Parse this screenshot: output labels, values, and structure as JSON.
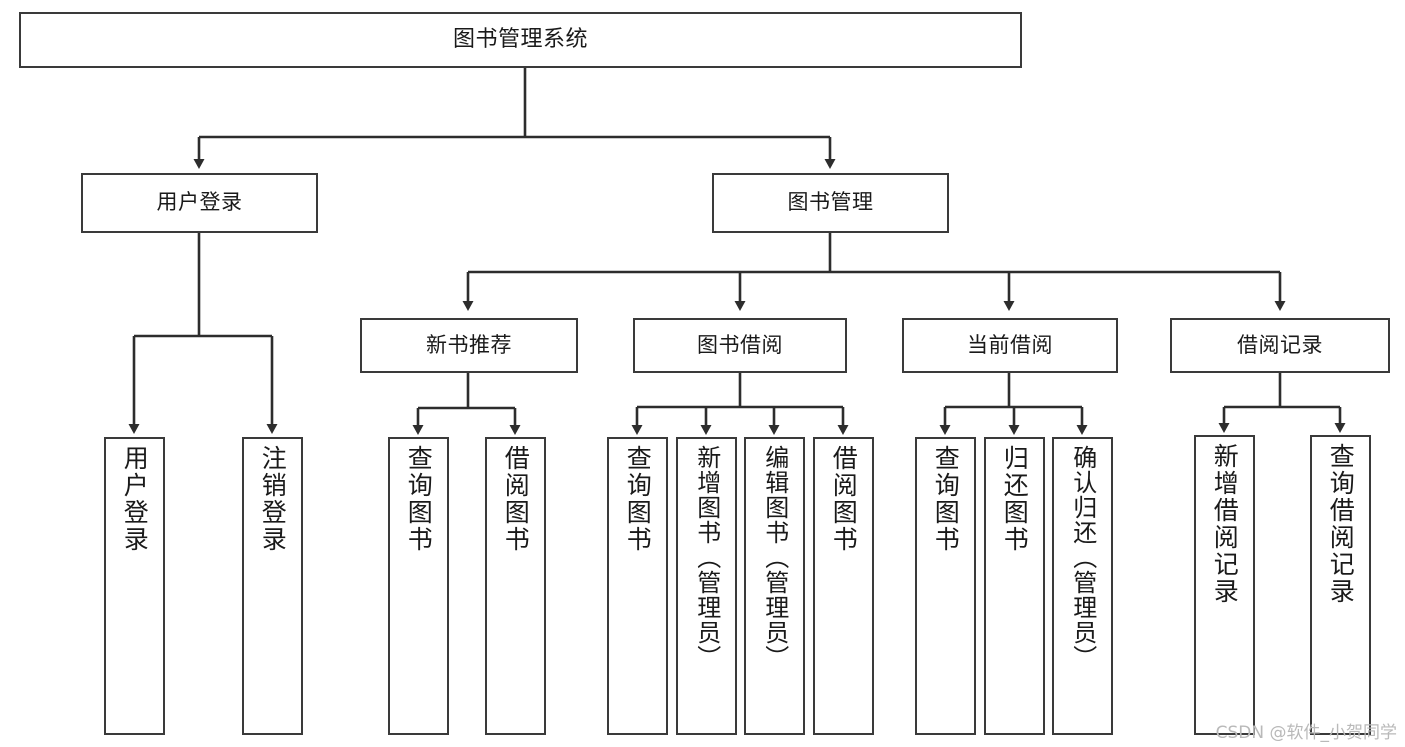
{
  "diagram": {
    "type": "tree",
    "title": "图书管理系统",
    "root": {
      "id": "root",
      "label": "图书管理系统",
      "orientation": "horizontal"
    },
    "level1": [
      {
        "id": "user-login",
        "label": "用户登录",
        "orientation": "horizontal"
      },
      {
        "id": "book-manage",
        "label": "图书管理",
        "orientation": "horizontal"
      }
    ],
    "level2": [
      {
        "id": "new-book-recommend",
        "label": "新书推荐",
        "orientation": "horizontal",
        "parent": "book-manage"
      },
      {
        "id": "book-borrow",
        "label": "图书借阅",
        "orientation": "horizontal",
        "parent": "book-manage"
      },
      {
        "id": "current-borrow",
        "label": "当前借阅",
        "orientation": "horizontal",
        "parent": "book-manage"
      },
      {
        "id": "borrow-record",
        "label": "借阅记录",
        "orientation": "horizontal",
        "parent": "book-manage"
      }
    ],
    "leaves": [
      {
        "id": "leaf-user-login",
        "label": "用户登录",
        "parent": "user-login"
      },
      {
        "id": "leaf-logout",
        "label": "注销登录",
        "parent": "user-login"
      },
      {
        "id": "leaf-query-book-1",
        "label": "查询图书",
        "parent": "new-book-recommend"
      },
      {
        "id": "leaf-borrow-book-1",
        "label": "借阅图书",
        "parent": "new-book-recommend"
      },
      {
        "id": "leaf-query-book-2",
        "label": "查询图书",
        "parent": "book-borrow"
      },
      {
        "id": "leaf-add-book",
        "label": "新增图书（管理员）",
        "parent": "book-borrow"
      },
      {
        "id": "leaf-edit-book",
        "label": "编辑图书（管理员）",
        "parent": "book-borrow"
      },
      {
        "id": "leaf-borrow-book-2",
        "label": "借阅图书",
        "parent": "book-borrow"
      },
      {
        "id": "leaf-query-book-3",
        "label": "查询图书",
        "parent": "current-borrow"
      },
      {
        "id": "leaf-return-book",
        "label": "归还图书",
        "parent": "current-borrow"
      },
      {
        "id": "leaf-confirm-return",
        "label": "确认归还（管理员）",
        "parent": "current-borrow"
      },
      {
        "id": "leaf-add-record",
        "label": "新增借阅记录",
        "parent": "borrow-record"
      },
      {
        "id": "leaf-query-record",
        "label": "查询借阅记录",
        "parent": "borrow-record"
      }
    ]
  },
  "watermark": {
    "text": "CSDN @软件_小贺同学"
  },
  "colors": {
    "box_border": "#3a3a3a",
    "connector": "#2d2d2d",
    "background": "#ffffff",
    "text": "#1a1a1a",
    "watermark": "#b9b9b9"
  }
}
